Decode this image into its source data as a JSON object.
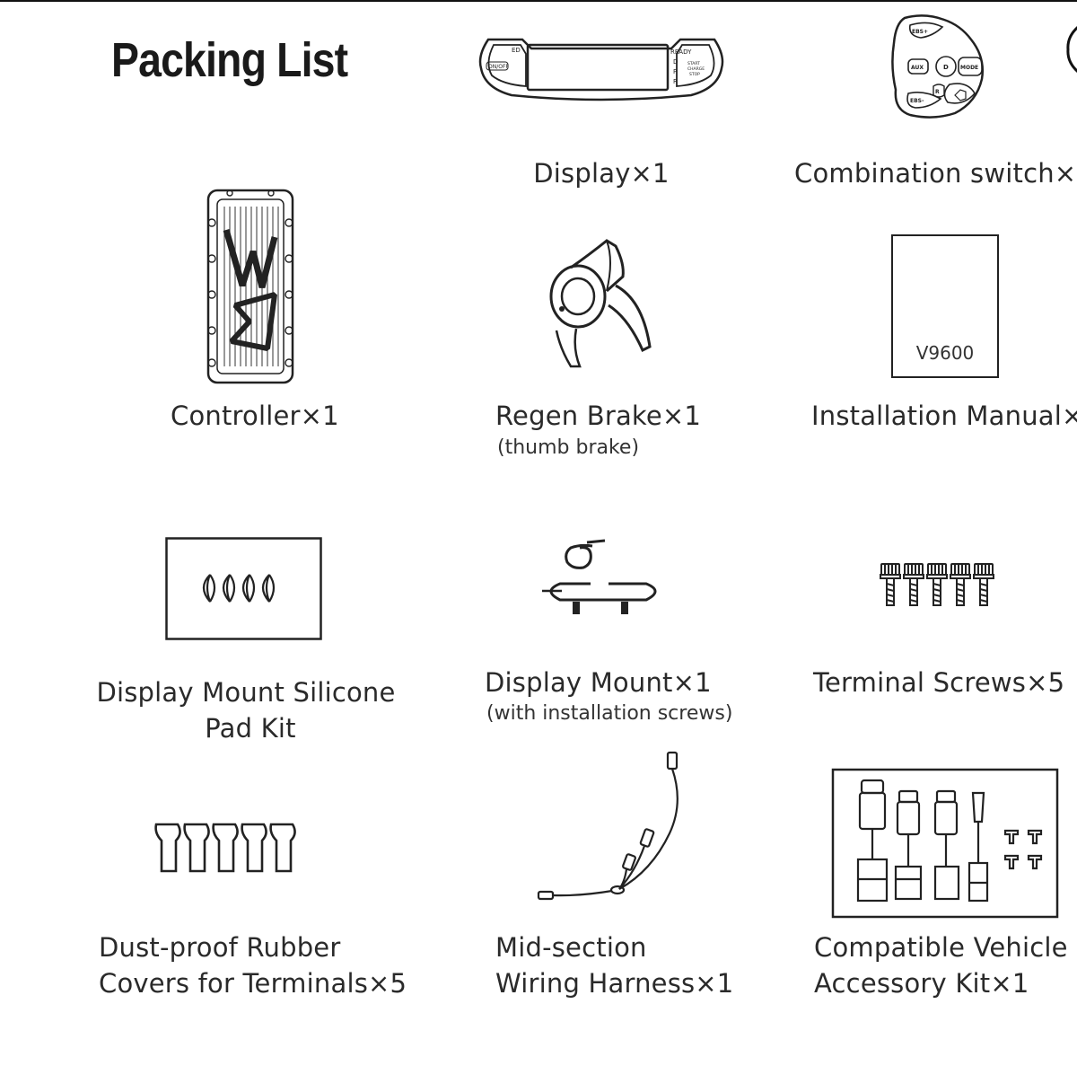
{
  "page": {
    "title": "Packing List"
  },
  "items": [
    {
      "label": "Display×1",
      "note": ""
    },
    {
      "label": "Combination switch×",
      "note": ""
    },
    {
      "label": "Controller×1",
      "note": ""
    },
    {
      "label": "Regen Brake×1",
      "note": "(thumb brake)"
    },
    {
      "label": "Installation Manual×",
      "note": ""
    },
    {
      "label_line1": "Display Mount Silicone",
      "label_line2": "Pad Kit"
    },
    {
      "label": "Display Mount×1",
      "note": "(with installation screws)"
    },
    {
      "label": "Terminal Screws×5",
      "note": ""
    },
    {
      "label_line1": "Dust-proof Rubber",
      "label_line2": "Covers for Terminals×5"
    },
    {
      "label_line1": "Mid-section",
      "label_line2": "Wiring Harness×1"
    },
    {
      "label_line1": "Compatible Vehicle",
      "label_line2": "Accessory Kit×1"
    }
  ],
  "illustrations": {
    "display": {
      "icon": "lcd-display-icon",
      "left_text": [
        "ED",
        "ON/OFF"
      ],
      "right_text": [
        "READY",
        "D",
        "P",
        "R"
      ],
      "right_button": [
        "START",
        "CHARGE",
        "STOP"
      ]
    },
    "switch": {
      "icon": "combination-switch-icon",
      "buttons": [
        "EBS+",
        "AUX",
        "D",
        "MODE",
        "R",
        "EBS-"
      ]
    },
    "controller": {
      "icon": "controller-icon"
    },
    "brake": {
      "icon": "thumb-brake-icon"
    },
    "manual": {
      "icon": "manual-booklet-icon",
      "model": "V9600"
    },
    "pad_kit": {
      "icon": "silicone-pad-kit-icon"
    },
    "mount": {
      "icon": "display-mount-icon"
    },
    "screws": {
      "icon": "terminal-screws-icon"
    },
    "covers": {
      "icon": "rubber-covers-icon"
    },
    "harness": {
      "icon": "wiring-harness-icon"
    },
    "accessory_kit": {
      "icon": "accessory-kit-icon"
    }
  },
  "colors": {
    "ink": "#222222",
    "background": "#ffffff"
  }
}
